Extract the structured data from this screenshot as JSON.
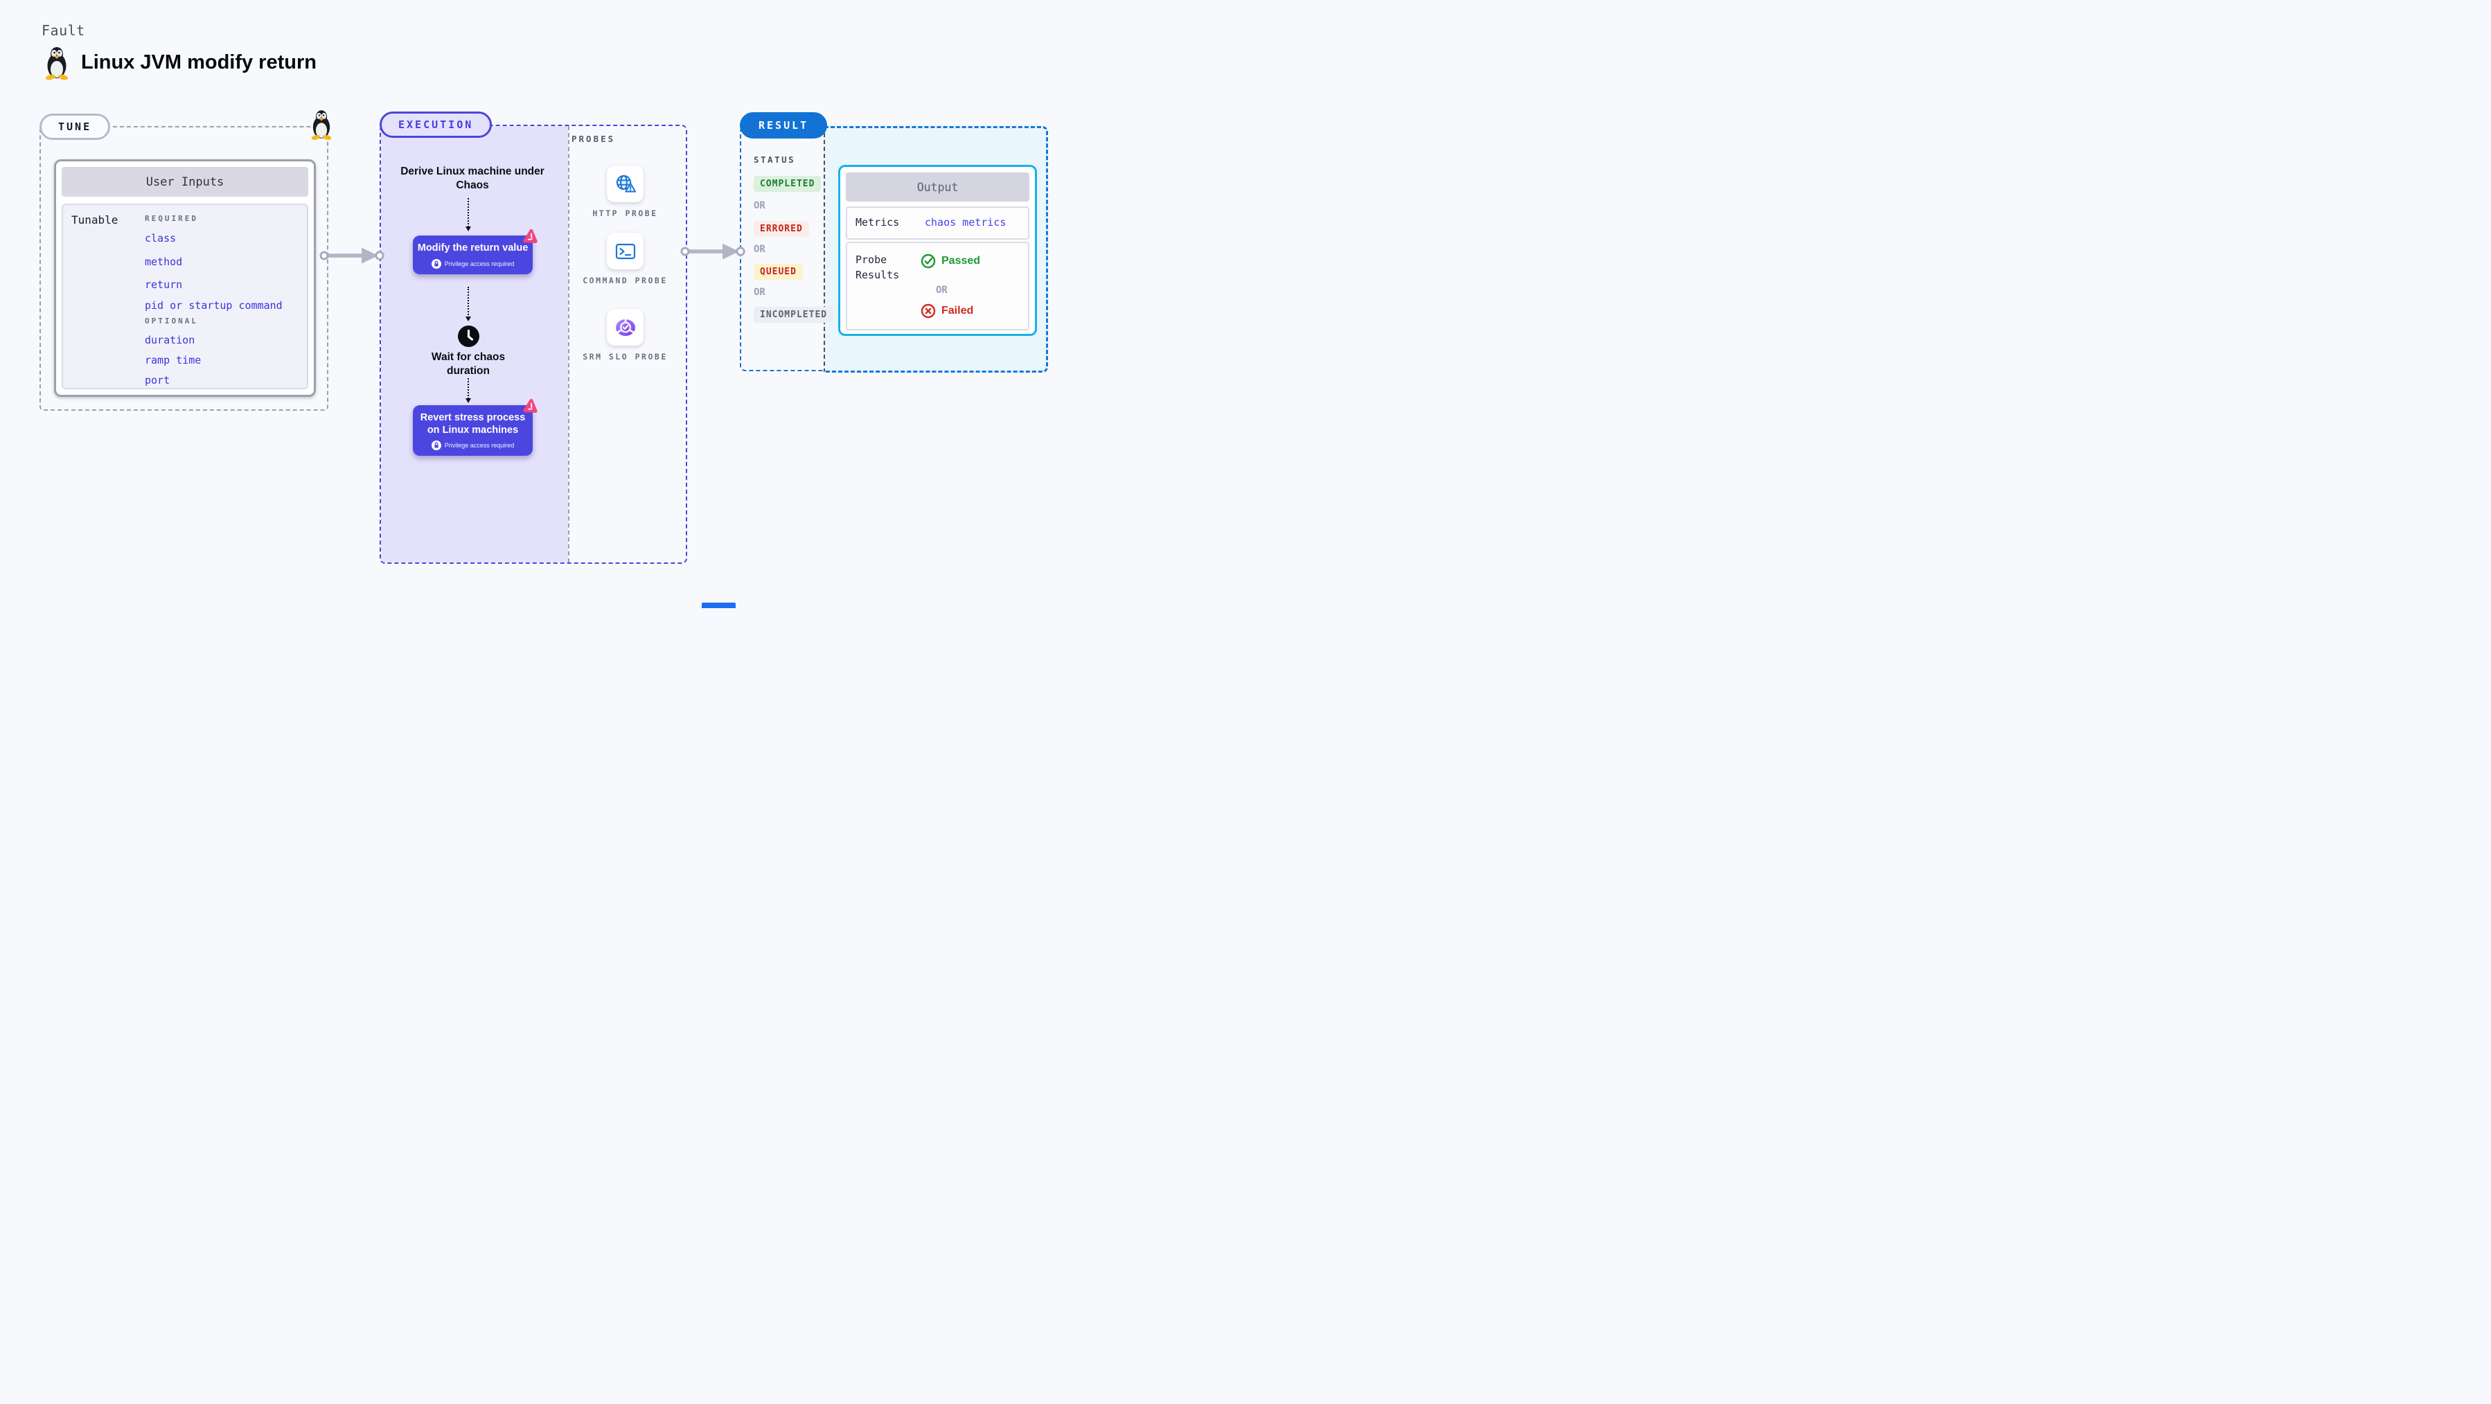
{
  "header": {
    "eyebrow": "Fault",
    "title": "Linux JVM modify return"
  },
  "tune": {
    "badge": "TUNE",
    "user_inputs": {
      "title": "User Inputs",
      "row_label": "Tunable",
      "required_label": "REQUIRED",
      "required_items": [
        "class",
        "method",
        "return",
        "pid or startup command"
      ],
      "optional_label": "OPTIONAL",
      "optional_items": [
        "duration",
        "ramp time",
        "port"
      ]
    }
  },
  "execution": {
    "badge": "EXECUTION",
    "step1": "Derive Linux machine under Chaos",
    "card1": {
      "title": "Modify the return value",
      "badge": "Privilege access required"
    },
    "wait_label": "Wait for chaos duration",
    "card2": {
      "title": "Revert stress process on Linux machines",
      "badge": "Privilege access required"
    }
  },
  "probes": {
    "label": "PROBES",
    "items": [
      {
        "label": "HTTP PROBE",
        "icon": "globe-alert-icon"
      },
      {
        "label": "COMMAND PROBE",
        "icon": "terminal-icon"
      },
      {
        "label": "SRM SLO PROBE",
        "icon": "slo-donut-icon"
      }
    ]
  },
  "result": {
    "badge": "RESULT",
    "status_label": "STATUS",
    "or_label": "OR",
    "statuses": [
      {
        "label": "COMPLETED",
        "fg": "#1e7d32",
        "bg": "#dbf0dd"
      },
      {
        "label": "ERRORED",
        "fg": "#c1271d",
        "bg": "#fcecea"
      },
      {
        "label": "QUEUED",
        "fg": "#c1271d",
        "bg": "#fcf2cd"
      },
      {
        "label": "INCOMPLETED",
        "fg": "#5d6372",
        "bg": "#eceef4"
      }
    ],
    "output": {
      "title": "Output",
      "metrics_label": "Metrics",
      "metrics_value": "chaos metrics",
      "probe_results_label": "Probe Results",
      "passed_label": "Passed",
      "or_label": "OR",
      "failed_label": "Failed"
    }
  },
  "colors": {
    "accent_indigo": "#4b45dd",
    "accent_blue": "#1273d4",
    "accent_cyan": "#16b2e8",
    "accent_pink": "#f0467c",
    "probe_icon_blue": "#1878d8",
    "passed_green": "#1b9a31",
    "failed_red": "#d3281f",
    "execution_fill": "#e4e2fb",
    "result_fill": "#e9f6fc",
    "decoration_bar_blue": "#1d6ff2"
  }
}
